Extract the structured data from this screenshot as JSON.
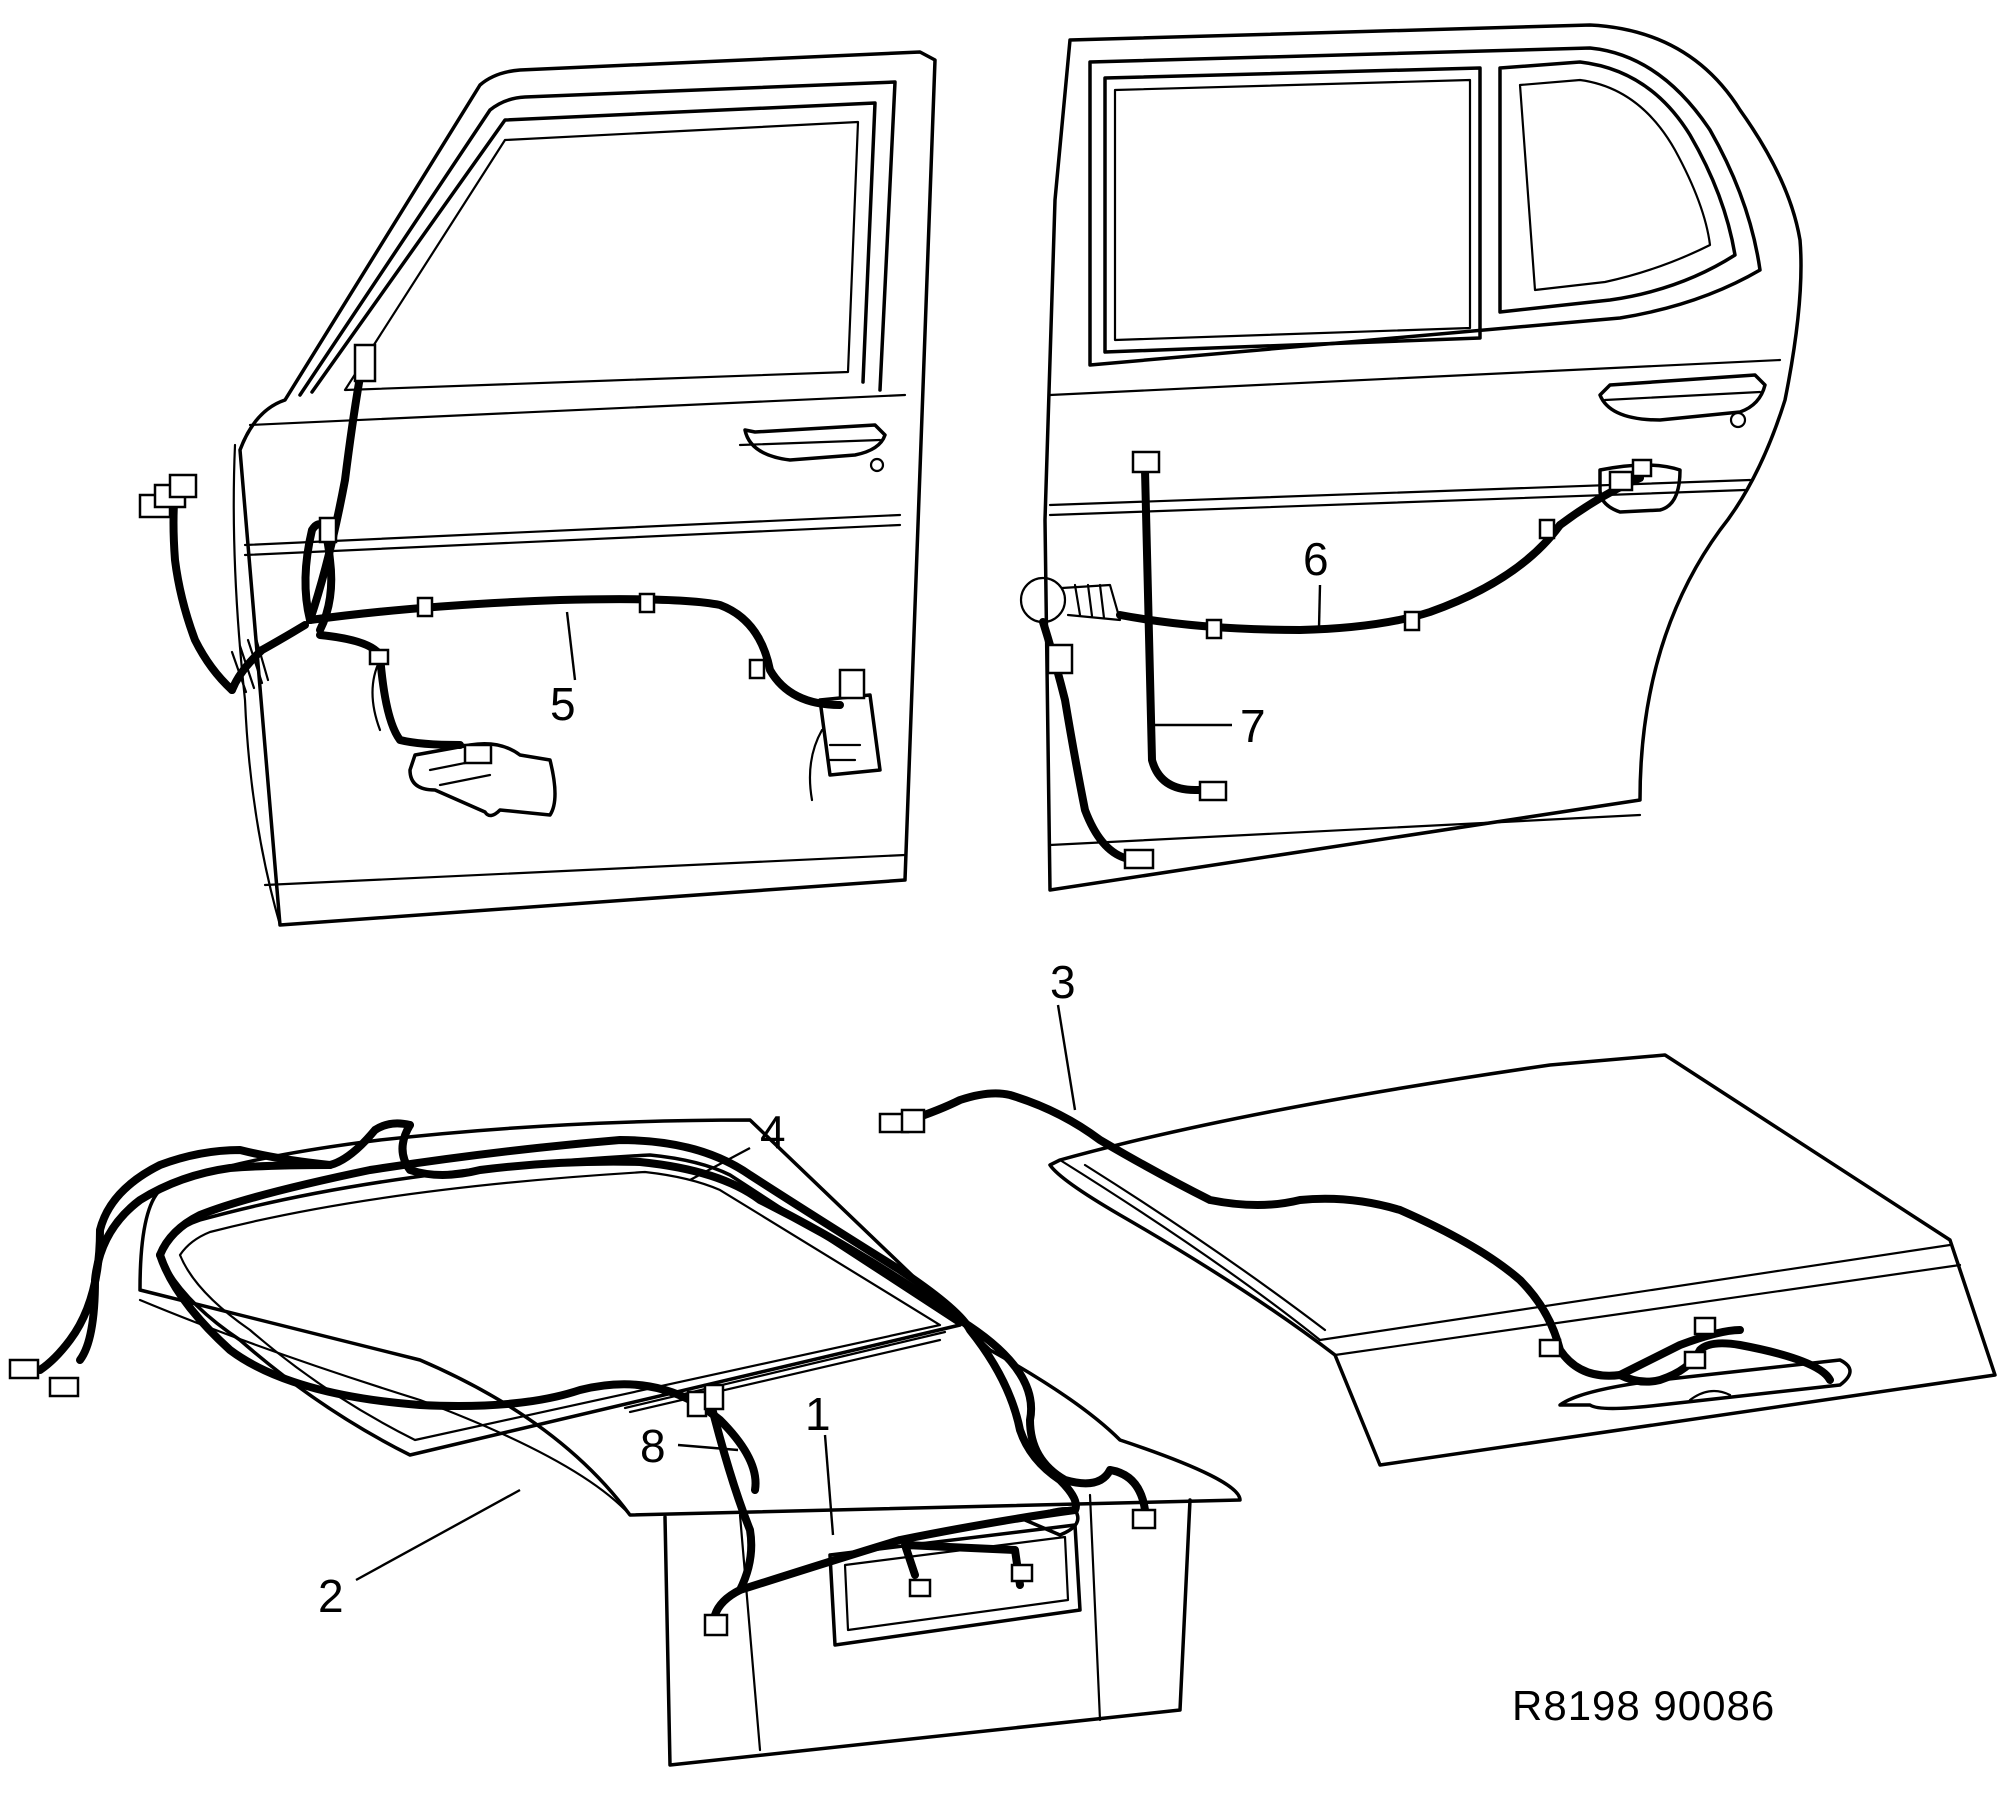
{
  "callouts": [
    {
      "id": "1",
      "label": "1"
    },
    {
      "id": "2",
      "label": "2"
    },
    {
      "id": "3",
      "label": "3"
    },
    {
      "id": "4",
      "label": "4"
    },
    {
      "id": "5",
      "label": "5"
    },
    {
      "id": "6",
      "label": "6"
    },
    {
      "id": "7",
      "label": "7"
    },
    {
      "id": "8",
      "label": "8"
    }
  ],
  "drawing_reference": "R8198  90086"
}
